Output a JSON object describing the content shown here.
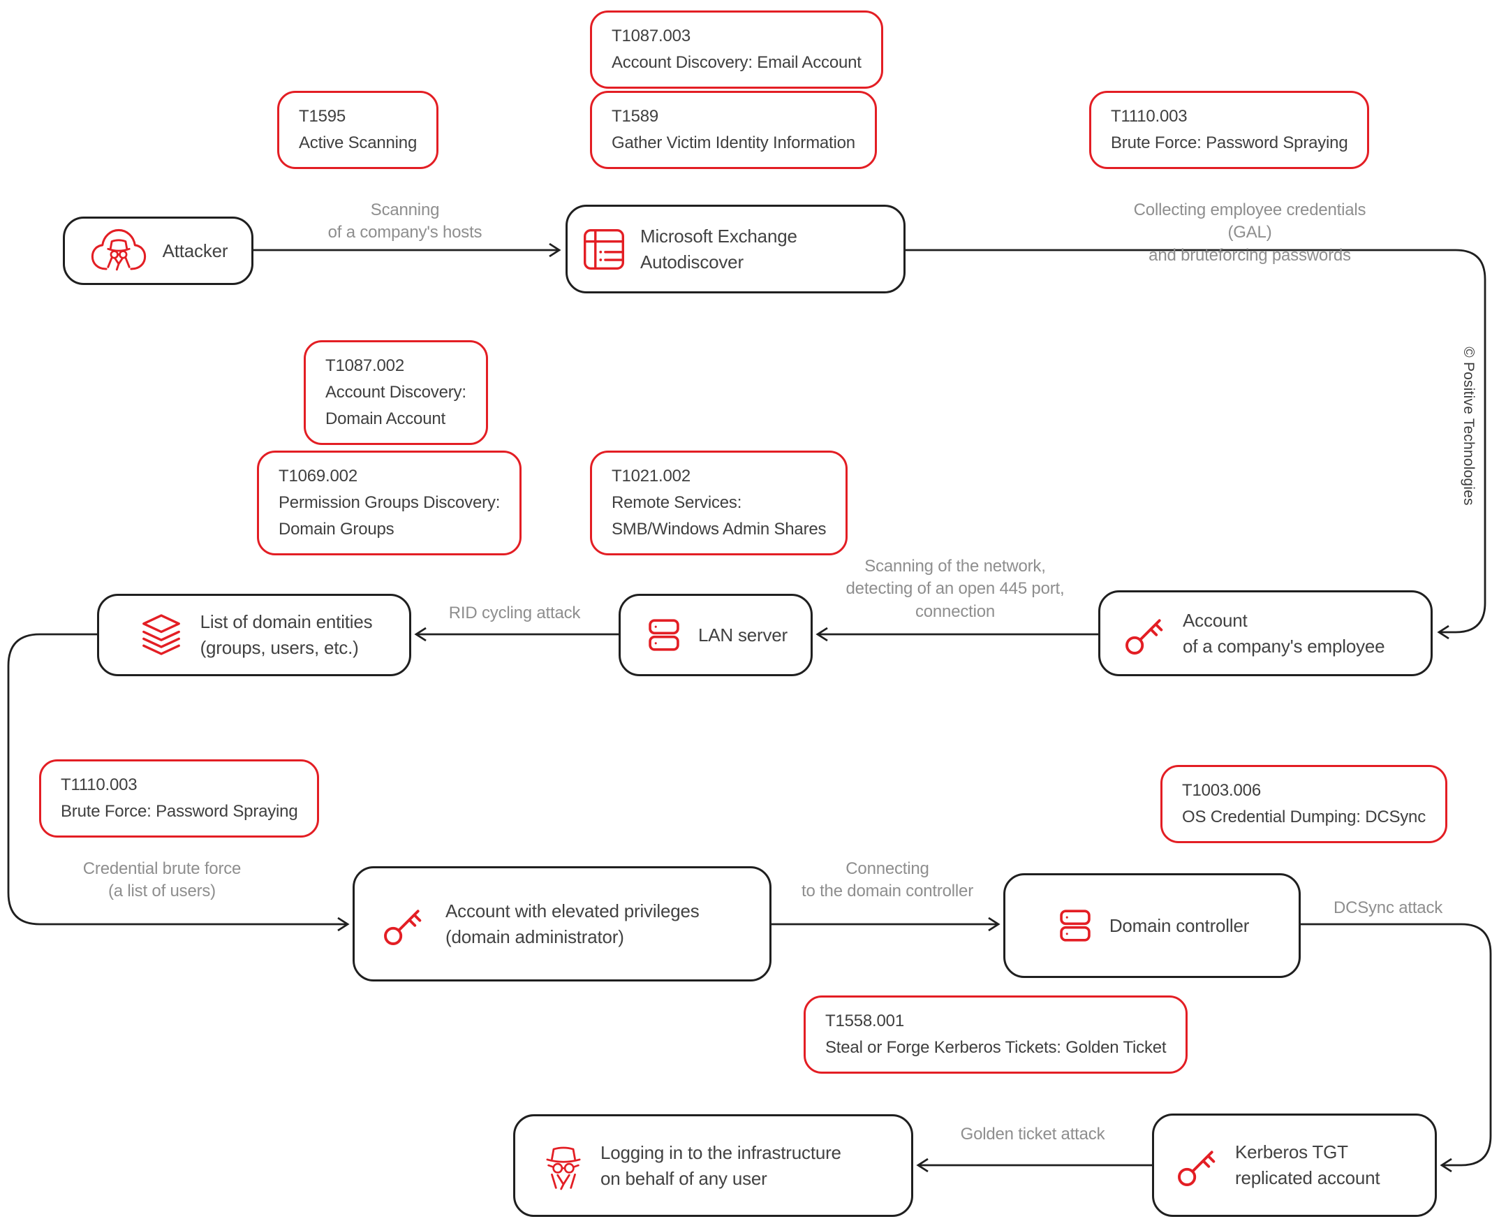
{
  "diagram": {
    "watermark": "© Positive Technologies",
    "colors": {
      "accent_red": "#E31E24",
      "line_black": "#1F1F1F",
      "node_text": "#424242",
      "edge_label_gray": "#8E8E8E"
    },
    "icons": {
      "attacker": "spy-cloud-icon",
      "exchange": "exchange-window-icon",
      "account_employee": "key-icon",
      "lan_server": "server-icon",
      "list_domain": "layers-icon",
      "account_elevated": "key-icon",
      "domain_controller": "server-icon",
      "kerberos": "key-icon",
      "logging_in": "spy-icon"
    }
  },
  "nodes": {
    "attacker": {
      "label": "Attacker"
    },
    "exchange": {
      "label": "Microsoft Exchange Autodiscover"
    },
    "account_employee": {
      "label": "Account\nof a company's employee"
    },
    "lan_server": {
      "label": "LAN server"
    },
    "list_domain": {
      "label": "List of domain entities\n(groups, users, etc.)"
    },
    "account_elevated": {
      "label": "Account with elevated privileges\n(domain administrator)"
    },
    "domain_controller": {
      "label": "Domain controller"
    },
    "kerberos": {
      "label": "Kerberos TGT\nreplicated account"
    },
    "logging_in": {
      "label": "Logging in to the infrastructure\non behalf of any user"
    }
  },
  "techniques": {
    "t1087_003": {
      "id": "T1087.003",
      "name": "Account Discovery: Email Account"
    },
    "t1595": {
      "id": "T1595",
      "name": "Active Scanning"
    },
    "t1589": {
      "id": "T1589",
      "name": "Gather Victim Identity Information"
    },
    "t1110_003_top": {
      "id": "T1110.003",
      "name": "Brute Force: Password Spraying"
    },
    "t1087_002": {
      "id": "T1087.002",
      "name": "Account Discovery:\nDomain Account"
    },
    "t1069_002": {
      "id": "T1069.002",
      "name": "Permission Groups Discovery:\nDomain Groups"
    },
    "t1021_002": {
      "id": "T1021.002",
      "name": "Remote Services:\nSMB/Windows Admin Shares"
    },
    "t1110_003_bottom": {
      "id": "T1110.003",
      "name": "Brute Force: Password Spraying"
    },
    "t1003_006": {
      "id": "T1003.006",
      "name": "OS Credential Dumping: DCSync"
    },
    "t1558_001": {
      "id": "T1558.001",
      "name": "Steal or Forge Kerberos Tickets: Golden Ticket"
    }
  },
  "edges": {
    "scanning_hosts": "Scanning\nof a company's hosts",
    "collecting_credentials": "Collecting employee credentials (GAL)\nand bruteforcing passwords",
    "scanning_network": "Scanning of the network,\ndetecting of an open 445 port,\nconnection",
    "rid_cycling": "RID cycling attack",
    "credential_brute_force": "Credential brute force\n(a list of users)",
    "connecting_dc": "Connecting\nto the domain controller",
    "dcsync_attack": "DCSync attack",
    "golden_ticket": "Golden ticket attack"
  }
}
